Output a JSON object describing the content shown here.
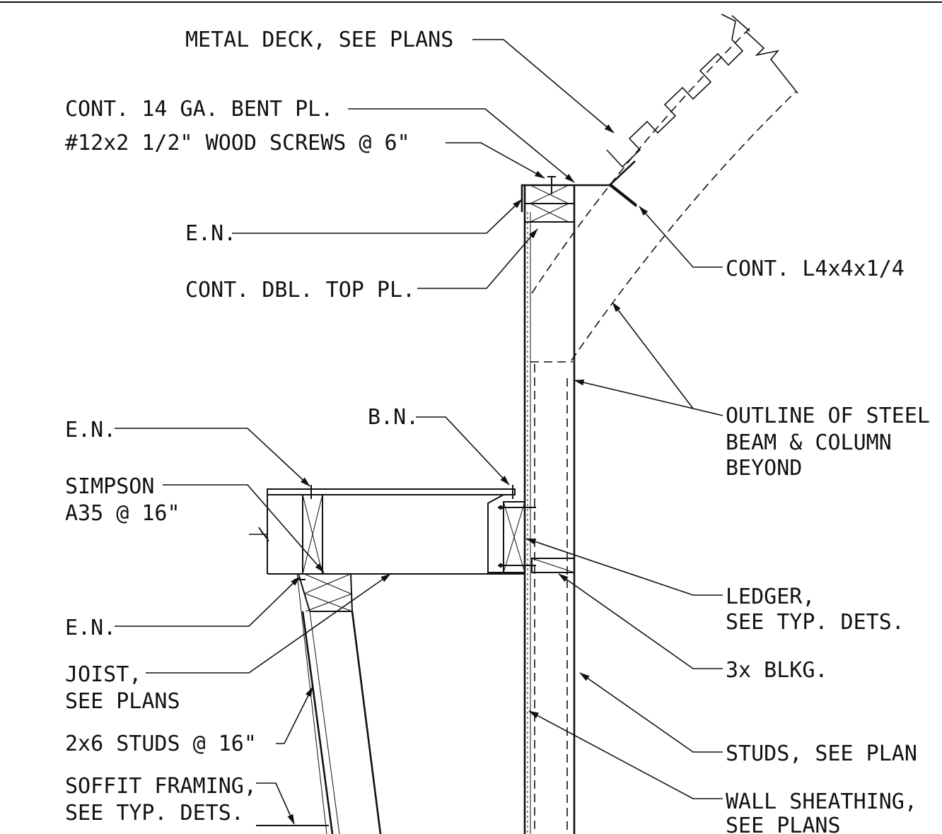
{
  "labels": {
    "metal_deck": "METAL DECK, SEE PLANS",
    "bent_plate": "CONT. 14 GA. BENT PL.",
    "wood_screws": "#12x2 1/2\" WOOD SCREWS @ 6\"",
    "en_top": "E.N.",
    "angle": "CONT. L4x4x1/4",
    "top_plate": "CONT. DBL. TOP PL.",
    "outline_1": "OUTLINE OF STEEL",
    "outline_2": "BEAM & COLUMN",
    "outline_3": "BEYOND",
    "en_mid": "E.N.",
    "bn": "B.N.",
    "simpson_1": "SIMPSON",
    "simpson_2": "A35 @ 16\"",
    "ledger_1": "LEDGER,",
    "ledger_2": "SEE TYP. DETS.",
    "en_low": "E.N.",
    "blkg": "3x BLKG.",
    "joist_1": "JOIST,",
    "joist_2": "SEE PLANS",
    "studs_26": "2x6 STUDS @ 16\"",
    "studs_plan": "STUDS, SEE PLAN",
    "soffit_1": "SOFFIT FRAMING,",
    "soffit_2": "SEE TYP. DETS.",
    "sheathing_1": "WALL SHEATHING,",
    "sheathing_2": "SEE PLANS"
  }
}
